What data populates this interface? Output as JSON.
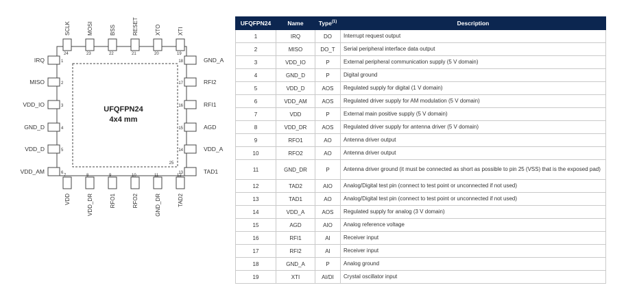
{
  "package": {
    "name": "UFQFPN24",
    "size": "4x4 mm",
    "exposed_pad_number": "25",
    "top_pins": [
      {
        "number": "24",
        "name": "SCLK"
      },
      {
        "number": "23",
        "name": "MOSI"
      },
      {
        "number": "22",
        "name": "BSS"
      },
      {
        "number": "21",
        "name": "RESET"
      },
      {
        "number": "20",
        "name": "XTO"
      },
      {
        "number": "19",
        "name": "XTI"
      }
    ],
    "left_pins": [
      {
        "number": "1",
        "name": "IRQ"
      },
      {
        "number": "2",
        "name": "MISO"
      },
      {
        "number": "3",
        "name": "VDD_IO"
      },
      {
        "number": "4",
        "name": "GND_D"
      },
      {
        "number": "5",
        "name": "VDD_D"
      },
      {
        "number": "6",
        "name": "VDD_AM"
      }
    ],
    "right_pins": [
      {
        "number": "18",
        "name": "GND_A"
      },
      {
        "number": "17",
        "name": "RFI2"
      },
      {
        "number": "16",
        "name": "RFI1"
      },
      {
        "number": "15",
        "name": "AGD"
      },
      {
        "number": "14",
        "name": "VDD_A"
      },
      {
        "number": "13",
        "name": "TAD1"
      }
    ],
    "bottom_pins": [
      {
        "number": "7",
        "name": "VDD"
      },
      {
        "number": "8",
        "name": "VDD_DR"
      },
      {
        "number": "9",
        "name": "RFO1"
      },
      {
        "number": "10",
        "name": "RFO2"
      },
      {
        "number": "11",
        "name": "GND_DR"
      },
      {
        "number": "12",
        "name": "TAD2"
      }
    ]
  },
  "table": {
    "headers": {
      "pin": "UFQFPN24",
      "name": "Name",
      "type": "Type",
      "type_note": "(1)",
      "description": "Description"
    },
    "rows": [
      {
        "pin": "1",
        "name": "IRQ",
        "type": "DO",
        "description": "Interrupt request output"
      },
      {
        "pin": "2",
        "name": "MISO",
        "type": "DO_T",
        "description": "Serial peripheral interface data output"
      },
      {
        "pin": "3",
        "name": "VDD_IO",
        "type": "P",
        "description": "External peripheral communication supply (5 V domain)"
      },
      {
        "pin": "4",
        "name": "GND_D",
        "type": "P",
        "description": "Digital ground"
      },
      {
        "pin": "5",
        "name": "VDD_D",
        "type": "AOS",
        "description": "Regulated supply for digital (1 V domain)"
      },
      {
        "pin": "6",
        "name": "VDD_AM",
        "type": "AOS",
        "description": "Regulated driver supply for AM modulation (5 V domain)"
      },
      {
        "pin": "7",
        "name": "VDD",
        "type": "P",
        "description": "External main positive supply (5 V domain)"
      },
      {
        "pin": "8",
        "name": "VDD_DR",
        "type": "AOS",
        "description": "Regulated driver supply for antenna driver (5 V domain)"
      },
      {
        "pin": "9",
        "name": "RFO1",
        "type": "AO",
        "description": "Antenna driver output"
      },
      {
        "pin": "10",
        "name": "RFO2",
        "type": "AO",
        "description": "Antenna driver output"
      },
      {
        "pin": "11",
        "name": "GND_DR",
        "type": "P",
        "description": "Antenna driver ground (it must be connected as short as possible to pin 25 (VSS) that is the exposed pad)"
      },
      {
        "pin": "12",
        "name": "TAD2",
        "type": "AIO",
        "description": "Analog/Digital test pin (connect to test point or unconnected if not used)"
      },
      {
        "pin": "13",
        "name": "TAD1",
        "type": "AO",
        "description": "Analog/Digital test pin (connect to test point or unconnected if not used)"
      },
      {
        "pin": "14",
        "name": "VDD_A",
        "type": "AOS",
        "description": "Regulated supply for analog (3 V domain)"
      },
      {
        "pin": "15",
        "name": "AGD",
        "type": "AIO",
        "description": "Analog reference voltage"
      },
      {
        "pin": "16",
        "name": "RFI1",
        "type": "AI",
        "description": "Receiver input"
      },
      {
        "pin": "17",
        "name": "RFI2",
        "type": "AI",
        "description": "Receiver input"
      },
      {
        "pin": "18",
        "name": "GND_A",
        "type": "P",
        "description": "Analog ground"
      },
      {
        "pin": "19",
        "name": "XTI",
        "type": "AI/DI",
        "description": "Crystal oscillator input"
      }
    ]
  },
  "colors": {
    "header_bg": "#0c2650",
    "header_text": "#ffffff",
    "border": "#c9c9c9",
    "text": "#333333"
  }
}
